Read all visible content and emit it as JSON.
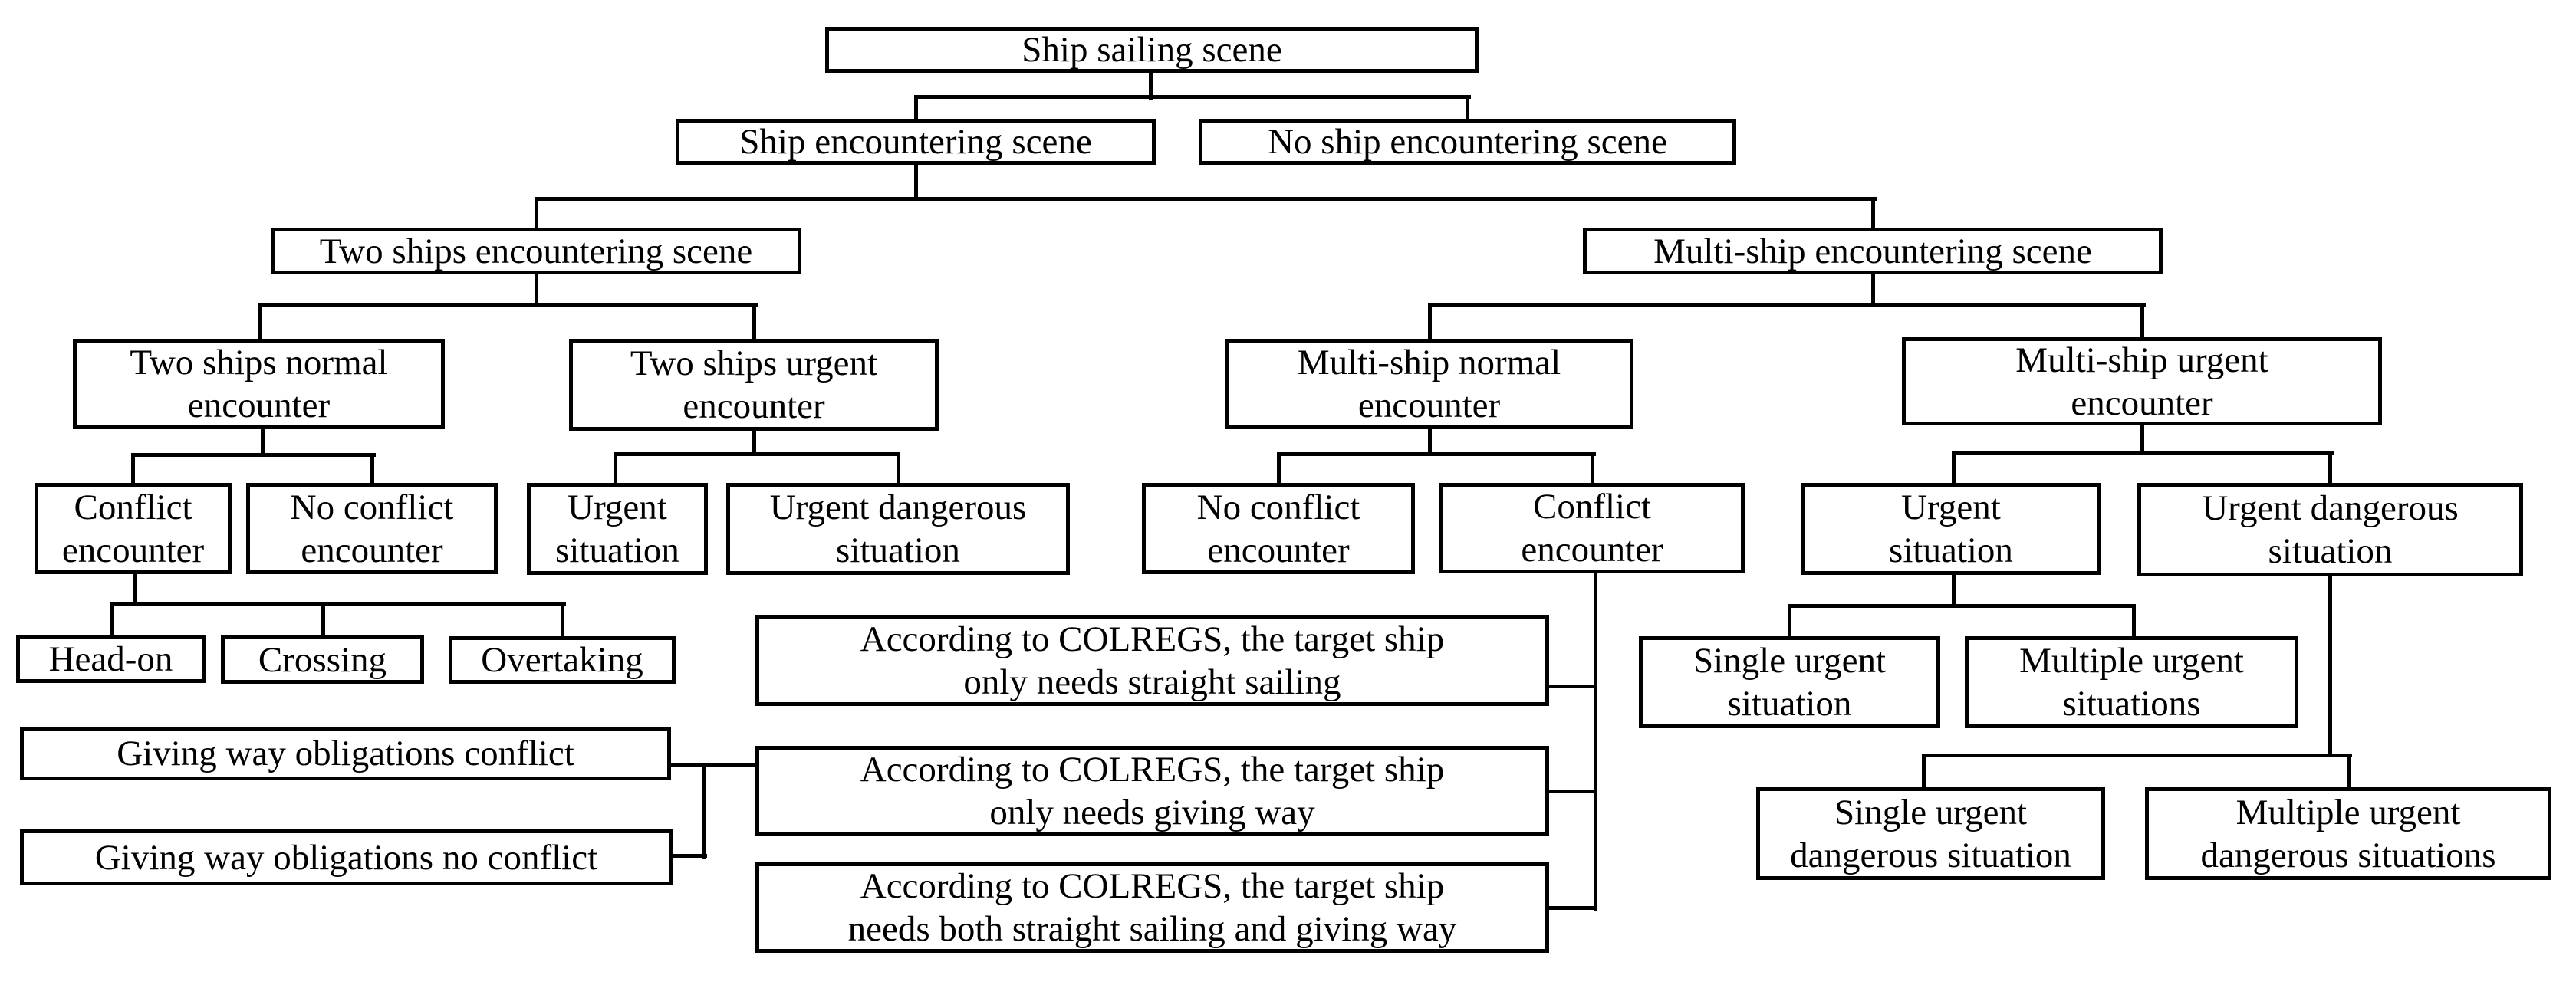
{
  "diagram": {
    "type": "hierarchy-flowchart",
    "background_color": "#ffffff",
    "line_color": "#000000",
    "text_color": "#000000",
    "nodes": {
      "ship_sailing_scene": "Ship sailing scene",
      "ship_encountering_scene": "Ship encountering scene",
      "no_ship_encountering_scene": "No ship encountering scene",
      "two_ships_encountering_scene": "Two ships encountering scene",
      "multi_ship_encountering_scene": "Multi-ship encountering scene",
      "two_ships_normal_encounter": "Two ships normal\nencounter",
      "two_ships_urgent_encounter": "Two ships urgent\nencounter",
      "multi_ship_normal_encounter": "Multi-ship normal\nencounter",
      "multi_ship_urgent_encounter": "Multi-ship urgent\nencounter",
      "conflict_encounter_two": "Conflict\nencounter",
      "no_conflict_encounter_two": "No conflict\nencounter",
      "urgent_situation_two": "Urgent\nsituation",
      "urgent_dangerous_situation_two": "Urgent dangerous\nsituation",
      "no_conflict_encounter_multi": "No conflict\nencounter",
      "conflict_encounter_multi": "Conflict\nencounter",
      "urgent_situation_multi": "Urgent\nsituation",
      "urgent_dangerous_situation_multi": "Urgent dangerous\nsituation",
      "head_on": "Head-on",
      "crossing": "Crossing",
      "overtaking": "Overtaking",
      "giving_way_obligations_conflict": "Giving way obligations conflict",
      "giving_way_obligations_no_conflict": "Giving way obligations no conflict",
      "colregs_straight_sailing": "According to COLREGS, the target ship\nonly needs straight sailing",
      "colregs_giving_way": "According to COLREGS, the target ship\nonly needs giving way",
      "colregs_both": "According to COLREGS, the target ship\nneeds both straight sailing and giving way",
      "single_urgent_situation": "Single urgent\nsituation",
      "multiple_urgent_situations": "Multiple urgent\nsituations",
      "single_urgent_dangerous_situation": "Single urgent\ndangerous situation",
      "multiple_urgent_dangerous_situations": "Multiple urgent\ndangerous situations"
    },
    "edges": [
      {
        "from": "ship_sailing_scene",
        "to": "ship_encountering_scene"
      },
      {
        "from": "ship_sailing_scene",
        "to": "no_ship_encountering_scene"
      },
      {
        "from": "ship_encountering_scene",
        "to": "two_ships_encountering_scene"
      },
      {
        "from": "ship_encountering_scene",
        "to": "multi_ship_encountering_scene"
      },
      {
        "from": "two_ships_encountering_scene",
        "to": "two_ships_normal_encounter"
      },
      {
        "from": "two_ships_encountering_scene",
        "to": "two_ships_urgent_encounter"
      },
      {
        "from": "multi_ship_encountering_scene",
        "to": "multi_ship_normal_encounter"
      },
      {
        "from": "multi_ship_encountering_scene",
        "to": "multi_ship_urgent_encounter"
      },
      {
        "from": "two_ships_normal_encounter",
        "to": "conflict_encounter_two"
      },
      {
        "from": "two_ships_normal_encounter",
        "to": "no_conflict_encounter_two"
      },
      {
        "from": "two_ships_urgent_encounter",
        "to": "urgent_situation_two"
      },
      {
        "from": "two_ships_urgent_encounter",
        "to": "urgent_dangerous_situation_two"
      },
      {
        "from": "multi_ship_normal_encounter",
        "to": "no_conflict_encounter_multi"
      },
      {
        "from": "multi_ship_normal_encounter",
        "to": "conflict_encounter_multi"
      },
      {
        "from": "multi_ship_urgent_encounter",
        "to": "urgent_situation_multi"
      },
      {
        "from": "multi_ship_urgent_encounter",
        "to": "urgent_dangerous_situation_multi"
      },
      {
        "from": "conflict_encounter_two",
        "to": "head_on"
      },
      {
        "from": "conflict_encounter_two",
        "to": "crossing"
      },
      {
        "from": "conflict_encounter_two",
        "to": "overtaking"
      },
      {
        "from": "conflict_encounter_multi",
        "to": "colregs_straight_sailing"
      },
      {
        "from": "conflict_encounter_multi",
        "to": "colregs_giving_way"
      },
      {
        "from": "conflict_encounter_multi",
        "to": "colregs_both"
      },
      {
        "from": "giving_way_obligations_conflict",
        "to": "colregs_giving_way"
      },
      {
        "from": "giving_way_obligations_no_conflict",
        "to": "colregs_giving_way"
      },
      {
        "from": "urgent_situation_multi",
        "to": "single_urgent_situation"
      },
      {
        "from": "urgent_situation_multi",
        "to": "multiple_urgent_situations"
      },
      {
        "from": "urgent_dangerous_situation_multi",
        "to": "single_urgent_dangerous_situation"
      },
      {
        "from": "urgent_dangerous_situation_multi",
        "to": "multiple_urgent_dangerous_situations"
      }
    ]
  }
}
